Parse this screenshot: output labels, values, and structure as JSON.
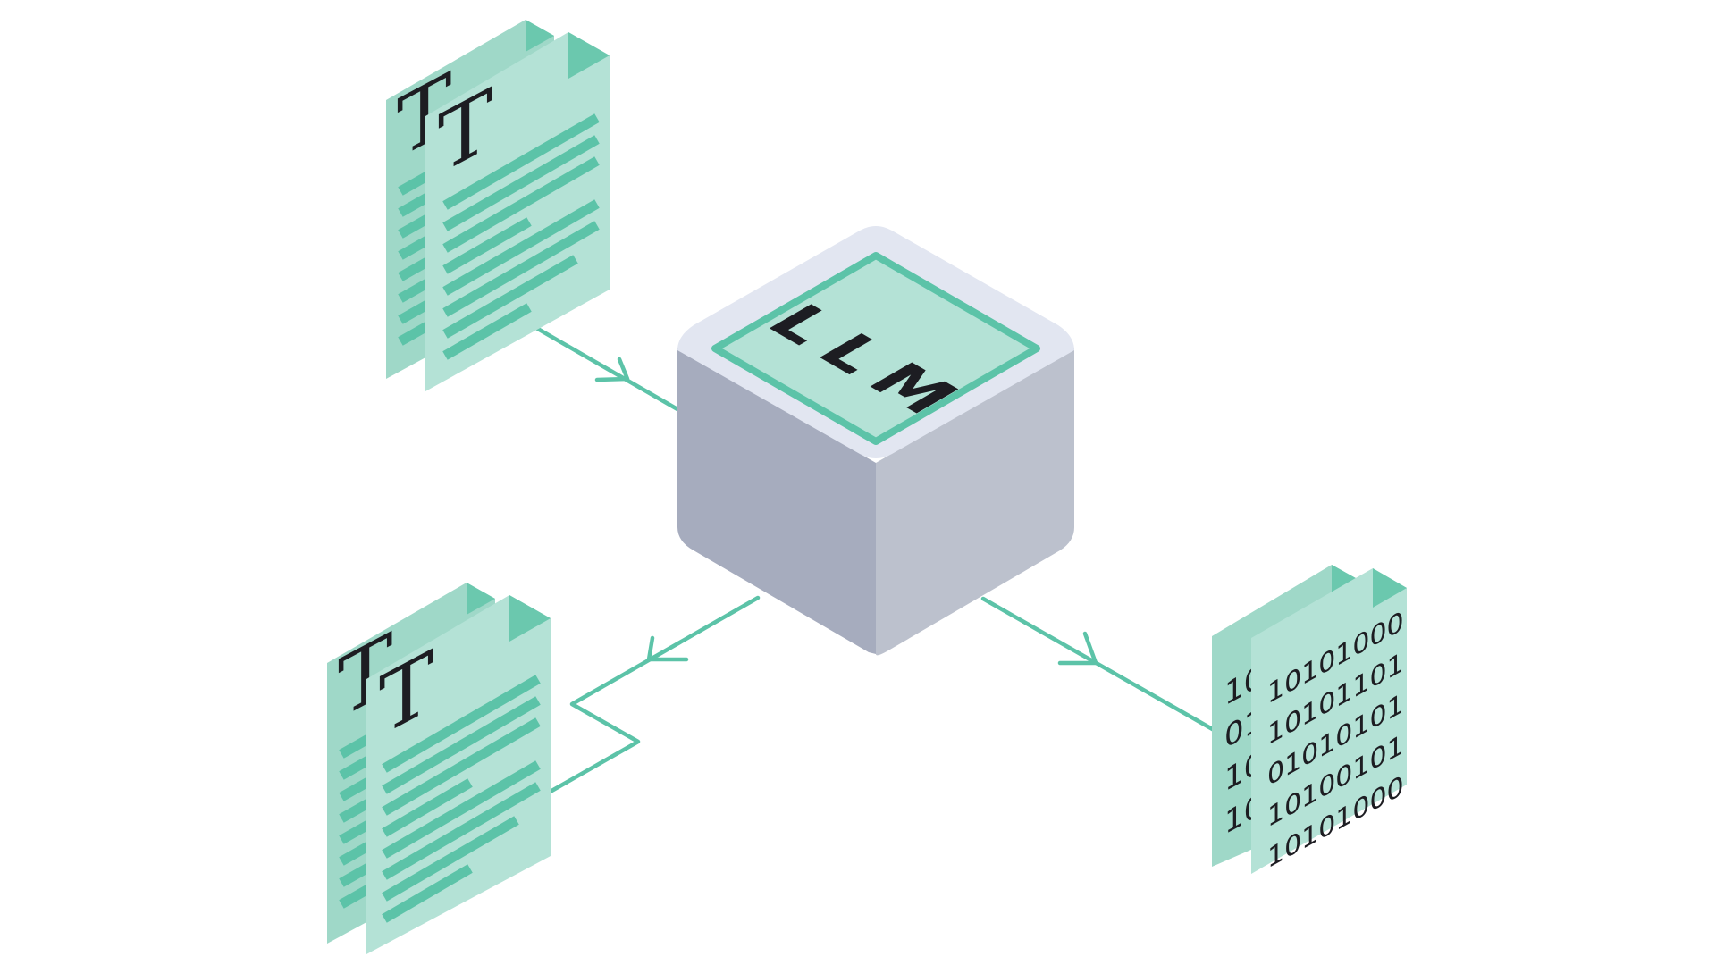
{
  "diagram": {
    "center_label": "LLM",
    "text_docs": [
      {
        "id": "input",
        "glyph_back": "T",
        "glyph_front": "T"
      },
      {
        "id": "output",
        "glyph_back": "T",
        "glyph_front": "T"
      }
    ],
    "binary_doc": {
      "back_partial": [
        "10",
        "01",
        "10",
        "10"
      ],
      "front_lines": [
        "10101000",
        "10101101",
        "01010101",
        "10100101",
        "10101000"
      ]
    }
  },
  "colors": {
    "accent": "#5cc3a8",
    "doc_back": "#9fd8c8",
    "doc_front": "#b4e2d6",
    "doc_fold": "#6bc8ae",
    "line_bar": "#5cc3a8",
    "cube_left": "#a6acbe",
    "cube_right": "#bcc1cd",
    "cube_top_rim": "#e2e6f1",
    "cube_top_face": "#b4e2d6",
    "text": "#1d1d22"
  }
}
